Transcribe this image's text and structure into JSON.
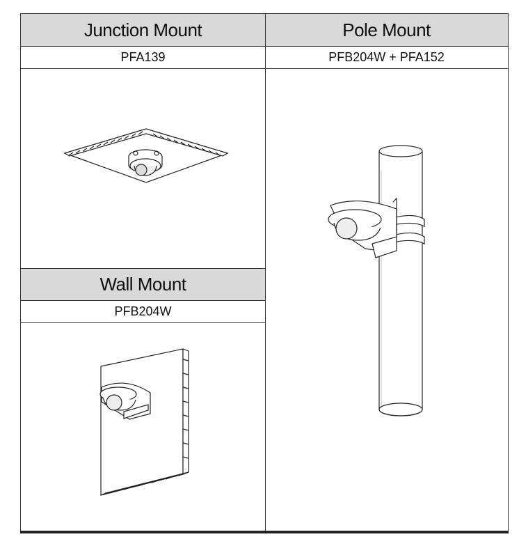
{
  "table": {
    "junction": {
      "title": "Junction Mount",
      "model": "PFA139"
    },
    "pole": {
      "title": "Pole Mount",
      "model": "PFB204W + PFA152"
    },
    "wall": {
      "title": "Wall Mount",
      "model": "PFB204W"
    }
  },
  "colors": {
    "header_bg": "#d9d9d9",
    "line": "#333333"
  }
}
